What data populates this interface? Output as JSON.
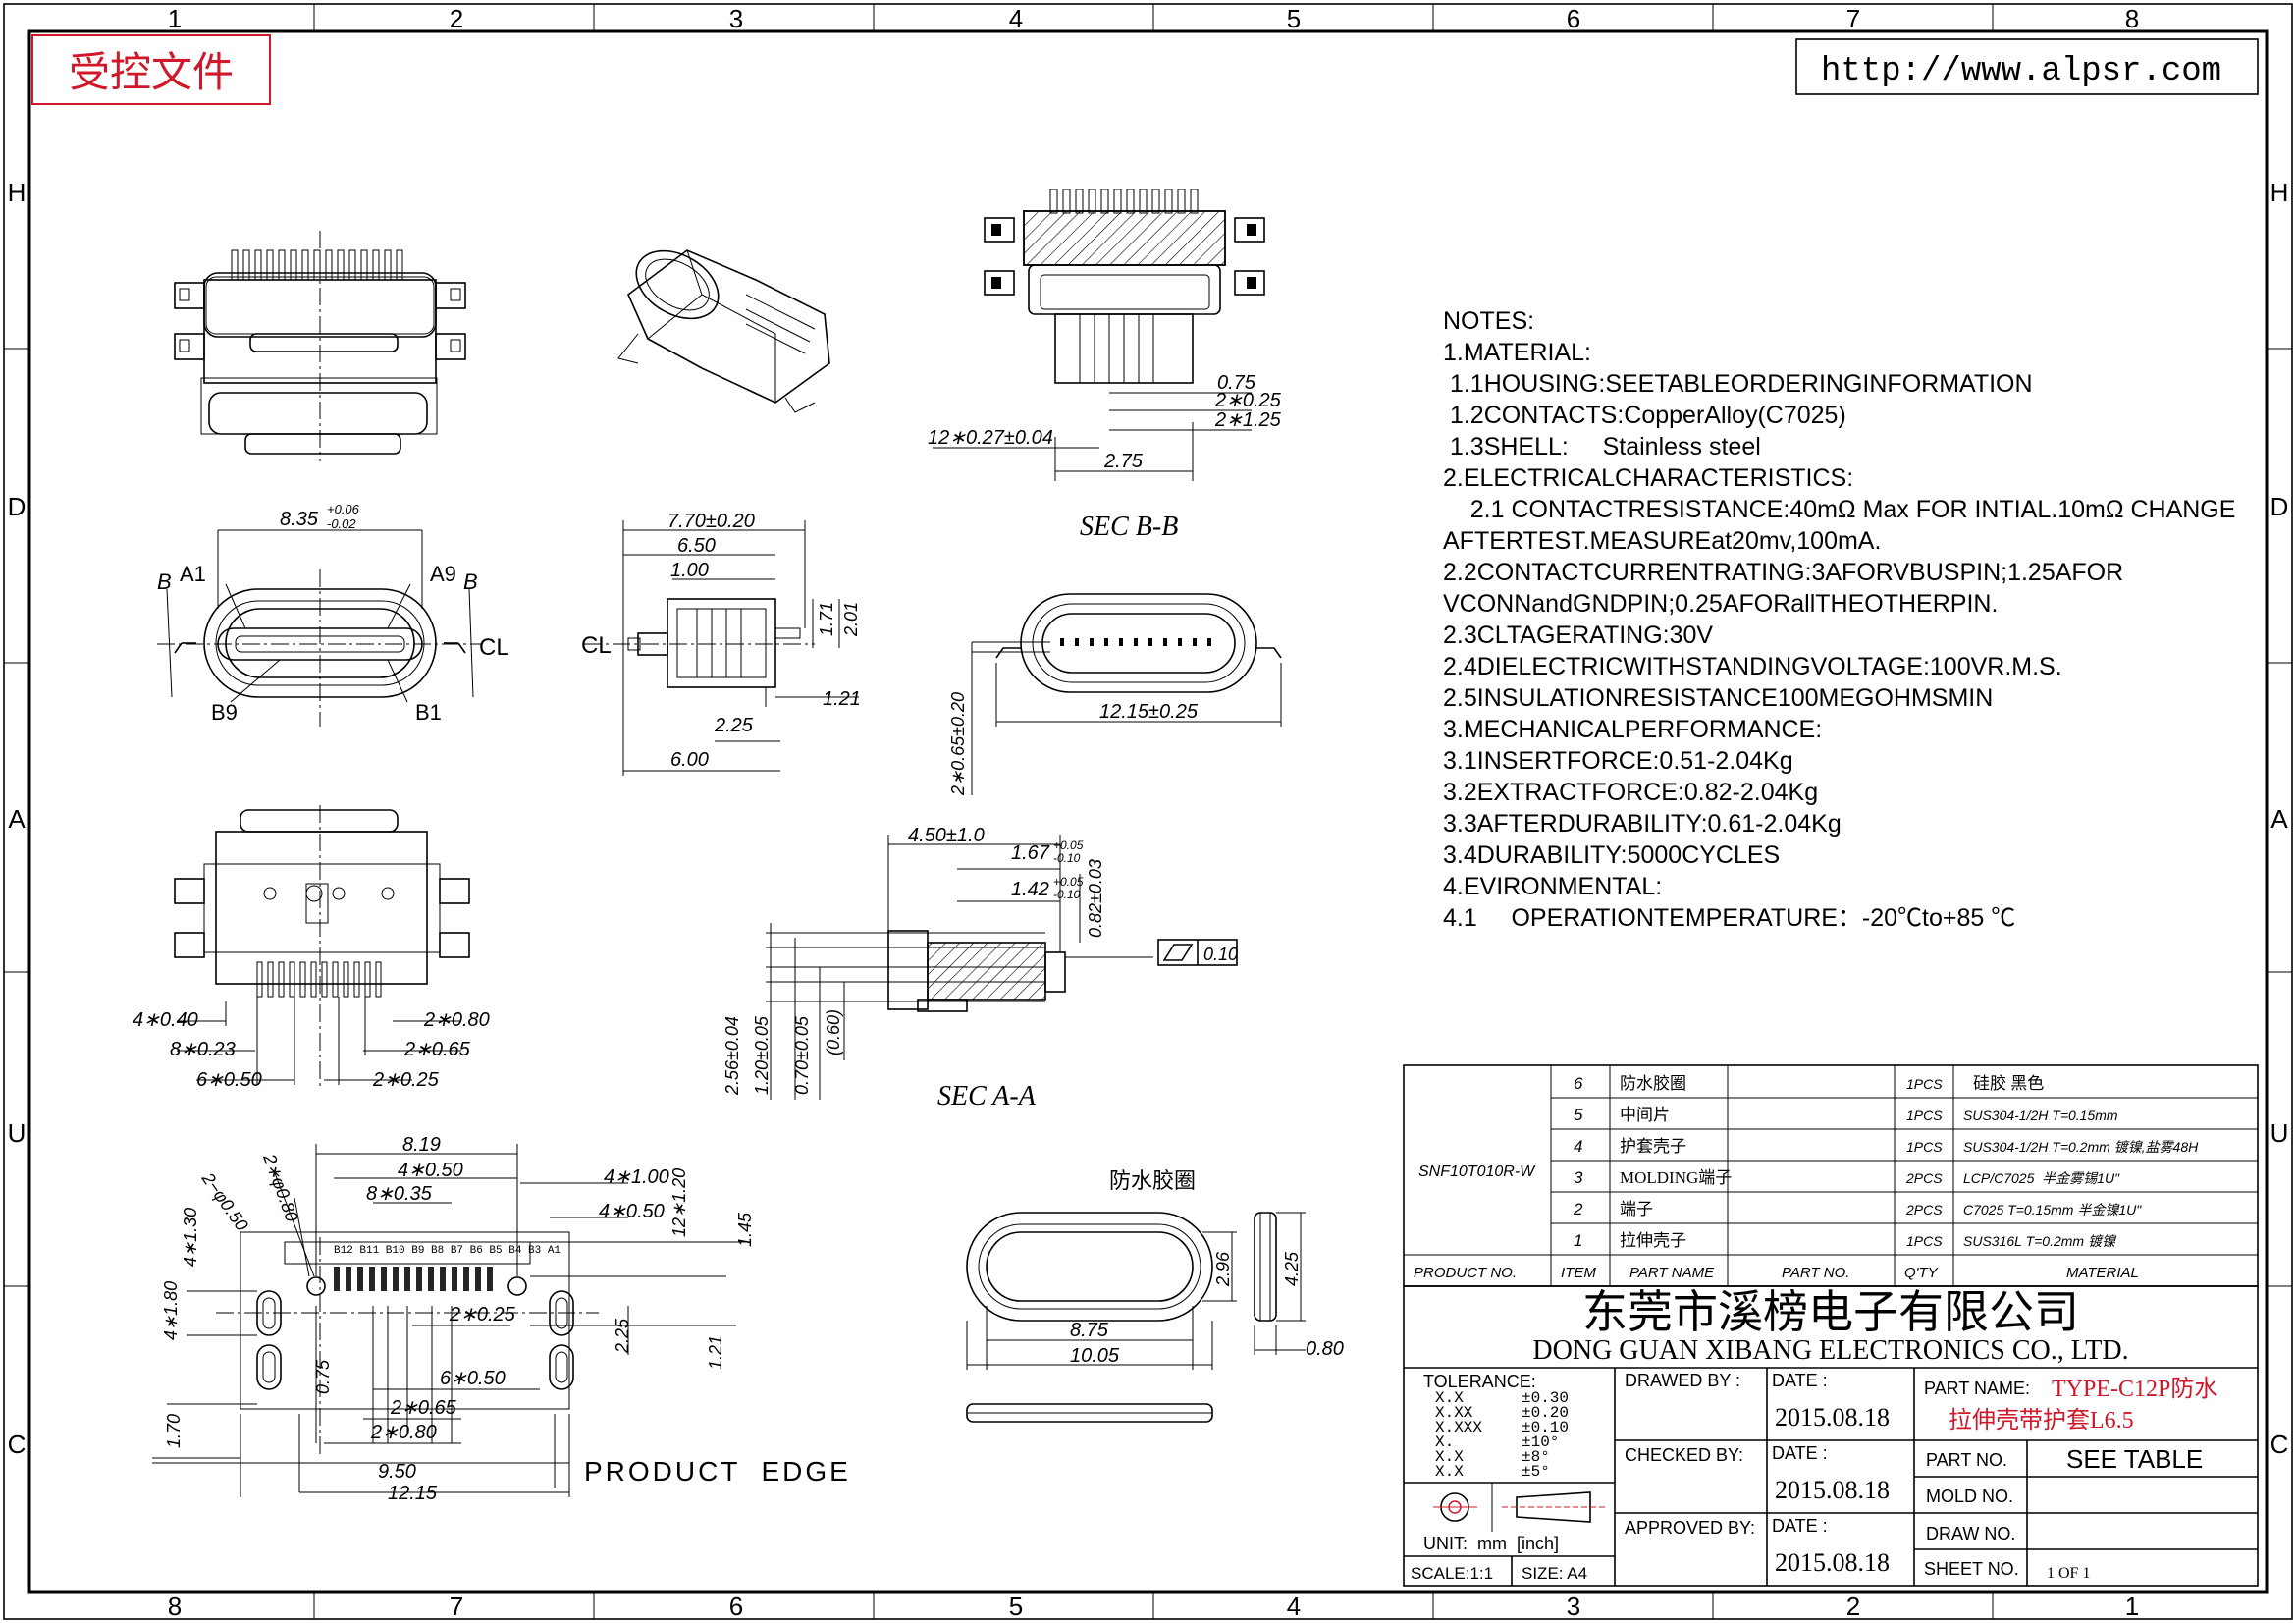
{
  "border": {
    "top_numbers": [
      "1",
      "2",
      "3",
      "4",
      "5",
      "6",
      "7",
      "8"
    ],
    "bottom_numbers": [
      "8",
      "7",
      "6",
      "5",
      "4",
      "3",
      "2",
      "1"
    ],
    "side_letters": [
      "H",
      "D",
      "A",
      "U",
      "C"
    ]
  },
  "header": {
    "controlled_doc": "受控文件",
    "website": "http://www.alpsr.com"
  },
  "notes": [
    "NOTES:",
    "1.MATERIAL:",
    " 1.1HOUSING:SEETABLEORDERINGINFORMATION",
    " 1.2CONTACTS:CopperAlloy(C7025)",
    " 1.3SHELL:     Stainless steel",
    "2.ELECTRICALCHARACTERISTICS:",
    "    2.1 CONTACTRESISTANCE:40mΩ Max FOR INTIAL.10mΩ CHANGE",
    "AFTERTEST.MEASUREat20mv,100mA.",
    "2.2CONTACTCURRENTRATING:3AFORVBUSPIN;1.25AFOR",
    "VCONNandGNDPIN;0.25AFORallTHEOTHERPIN.",
    "2.3CLTAGERATING:30V",
    "2.4DIELECTRICWITHSTANDINGVOLTAGE:100VR.M.S.",
    "2.5INSULATIONRESISTANCE100MEGOHMSMIN",
    "3.MECHANICALPERFORMANCE:",
    "3.1INSERTFORCE:0.51-2.04Kg",
    "3.2EXTRACTFORCE:0.82-2.04Kg",
    "3.3AFTERDURABILITY:0.61-2.04Kg",
    "3.4DURABILITY:5000CYCLES",
    "4.EVIRONMENTAL:",
    "4.1     OPERATIONTEMPERATURE：-20℃to+85 ℃"
  ],
  "labels": {
    "sec_bb": "SEC B-B",
    "sec_aa": "SEC A-A",
    "product_edge": "PRODUCT  EDGE",
    "seal_ring": "防水胶圈",
    "b_left": "B",
    "b_right": "B",
    "a1": "A1",
    "a9": "A9",
    "b9": "B9",
    "b1": "B1",
    "cl_right": "CL",
    "cl_left": "CL",
    "flatness": "0.10"
  },
  "dims": {
    "d_8_35": "8.35",
    "d_8_35_tol_up": "+0.06",
    "d_8_35_tol_dn": "-0.02",
    "d_7_70": "7.70±0.20",
    "d_6_50": "6.50",
    "d_1_00": "1.00",
    "d_1_71": "1.71",
    "d_2_01": "2.01",
    "d_1_21": "1.21",
    "d_2_25": "2.25",
    "d_6_00": "6.00",
    "d_0_75": "0.75",
    "d_2x0_25": "2∗0.25",
    "d_2x1_25": "2∗1.25",
    "d_12x0_27": "12∗0.27±0.04",
    "d_2_75": "2.75",
    "d_12_15": "12.15±0.25",
    "d_2x0_65": "2∗0.65±0.20",
    "d_4x0_40": "4∗0.40",
    "d_8x0_23": "8∗0.23",
    "d_6x0_50": "6∗0.50",
    "d_2x0_80": "2∗0.80",
    "d_2x0_65b": "2∗0.65",
    "d_2x0_25b": "2∗0.25",
    "d_4_50": "4.50±1.0",
    "d_1_67": "1.67",
    "d_1_67_up": "+0.05",
    "d_1_67_dn": "-0.10",
    "d_1_42": "1.42",
    "d_1_42_up": "+0.05",
    "d_1_42_dn": "-0.10",
    "d_0_82": "0.82±0.03",
    "d_2_56": "2.56±0.04",
    "d_1_20": "1.20±0.05",
    "d_0_70": "0.70±0.05",
    "d_0_60": "(0.60)",
    "d_8_19": "8.19",
    "d_4x0_50a": "4∗0.50",
    "d_8x0_35": "8∗0.35",
    "d_2x0_50": "2−φ0.50",
    "d_2x0_80d": "2∗φ0.80",
    "d_4x1_30": "4∗1.30",
    "d_4x1_00": "4∗1.00",
    "d_4x0_50b": "4∗0.50",
    "d_12x1_20": "12∗1.20",
    "d_1_45": "1.45",
    "d_4x1_80": "4∗1.80",
    "d_2x0_25c": "2∗0.25",
    "d_2_25b": "2.25",
    "d_1_21b": "1.21",
    "d_0_75b": "0.75",
    "d_6x0_50b": "6∗0.50",
    "d_2x0_65c": "2∗0.65",
    "d_2x0_80c": "2∗0.80",
    "d_1_70": "1.70",
    "d_9_50": "9.50",
    "d_12_15b": "12.15",
    "d_8_75": "8.75",
    "d_10_05": "10.05",
    "d_2_96": "2.96",
    "d_4_25": "4.25",
    "d_0_80": "0.80",
    "pin_labels": "B12 B11 B10 B9 B8 B7 B6 B5 B4 B3 A1"
  },
  "bom": {
    "product_no": "SNF10T010R-W",
    "rows": [
      {
        "item": "6",
        "part": "防水胶圈",
        "qty": "1PCS",
        "material": "硅胶 黑色"
      },
      {
        "item": "5",
        "part": "中间片",
        "qty": "1PCS",
        "material": "SUS304-1/2H T=0.15mm"
      },
      {
        "item": "4",
        "part": "护套壳子",
        "qty": "1PCS",
        "material": "SUS304-1/2H T=0.2mm 镀镍,盐雾48H"
      },
      {
        "item": "3",
        "part": "MOLDING端子",
        "qty": "2PCS",
        "material": "LCP/C7025  半金雾锡1U\""
      },
      {
        "item": "2",
        "part": "端子",
        "qty": "2PCS",
        "material": "C7025 T=0.15mm 半金镍1U\""
      },
      {
        "item": "1",
        "part": "拉伸壳子",
        "qty": "1PCS",
        "material": "SUS316L T=0.2mm 镀镍"
      }
    ],
    "headers": [
      "PRODUCT NO.",
      "ITEM",
      "PART NAME",
      "PART NO.",
      "Q'TY",
      "MATERIAL"
    ]
  },
  "title_block": {
    "company_cn": "东莞市溪榜电子有限公司",
    "company_en": "DONG GUAN XIBANG ELECTRONICS CO., LTD.",
    "tolerance_label": "TOLERANCE:",
    "tol_rows": [
      {
        "k": "X.X",
        "v": "±0.30"
      },
      {
        "k": "X.XX",
        "v": "±0.20"
      },
      {
        "k": "X.XXX",
        "v": "±0.10"
      },
      {
        "k": "X.",
        "v": "±10°"
      },
      {
        "k": "X.X",
        "v": "±8°"
      },
      {
        "k": "X.X",
        "v": "±5°"
      }
    ],
    "drawed_by": "DRAWED BY :",
    "checked_by": "CHECKED BY:",
    "approved_by": "APPROVED BY:",
    "date_label": "DATE :",
    "date1": "2015.08.18",
    "date2": "2015.08.18",
    "date3": "2015.08.18",
    "part_name_label": "PART NAME:",
    "part_name_1": "TYPE-C12P防水",
    "part_name_2": "拉伸壳带护套L6.5",
    "part_no_label": "PART NO.",
    "see_table": "SEE TABLE",
    "mold_no_label": "MOLD NO.",
    "draw_no_label": "DRAW NO.",
    "sheet_no_label": "SHEET NO.",
    "sheet_value": "1 OF 1",
    "unit": "UNIT:  mm  [inch]",
    "scale": "SCALE:1:1",
    "size": "SIZE: A4",
    "part_name_color": "#d0182a"
  }
}
